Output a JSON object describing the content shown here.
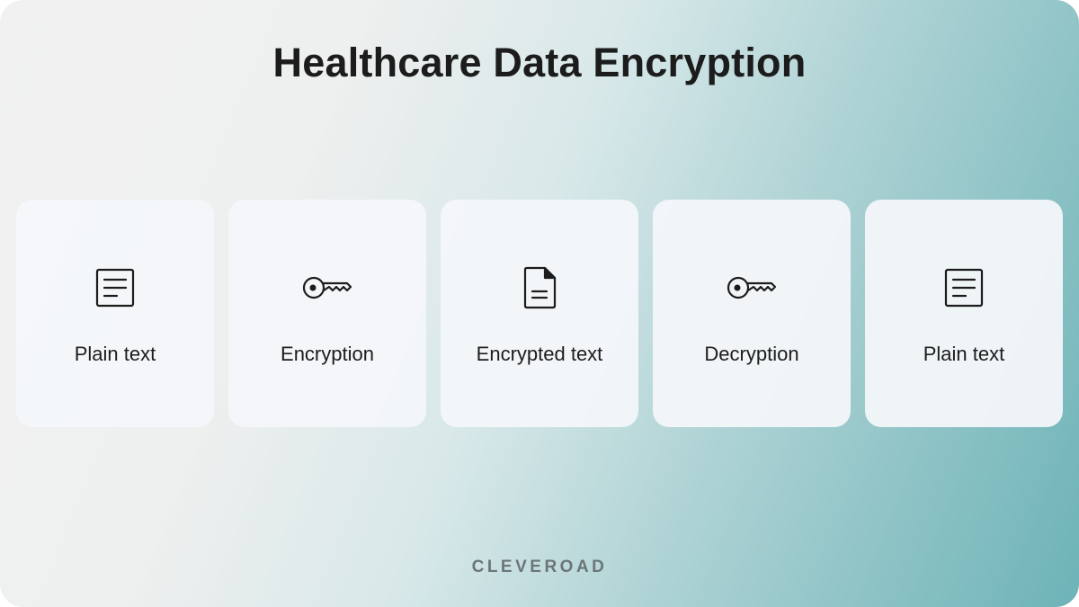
{
  "title": "Healthcare Data Encryption",
  "steps": [
    {
      "label": "Plain text",
      "icon": "document-lines-icon"
    },
    {
      "label": "Encryption",
      "icon": "key-icon"
    },
    {
      "label": "Encrypted text",
      "icon": "file-icon"
    },
    {
      "label": "Decryption",
      "icon": "key-icon"
    },
    {
      "label": "Plain text",
      "icon": "document-lines-icon"
    }
  ],
  "brand": "CLEVEROAD",
  "colors": {
    "text": "#1c1c1c",
    "card": "#f4f7fa",
    "teal": "#6db3b7",
    "brand": "#6c7577"
  }
}
